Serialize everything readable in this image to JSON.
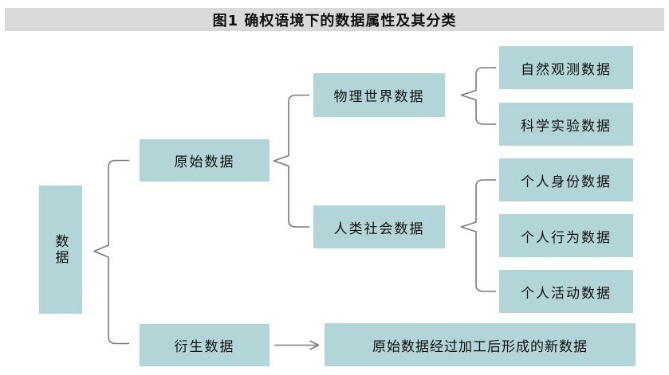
{
  "title": "图1  确权语境下的数据属性及其分类",
  "nodes": {
    "root": "数据",
    "raw": "原始数据",
    "derived": "衍生数据",
    "physical_world": "物理世界数据",
    "human_society": "人类社会数据",
    "natural_observation": "自然观测数据",
    "scientific_experiment": "科学实验数据",
    "personal_identity": "个人身份数据",
    "personal_behavior": "个人行为数据",
    "personal_activity": "个人活动数据",
    "derived_note": "原始数据经过加工后形成的新数据"
  },
  "colors": {
    "box_fill": "#b2d5d8",
    "title_bg": "#d9d9d9",
    "connector": "#7a7a7a",
    "text": "#111111"
  }
}
